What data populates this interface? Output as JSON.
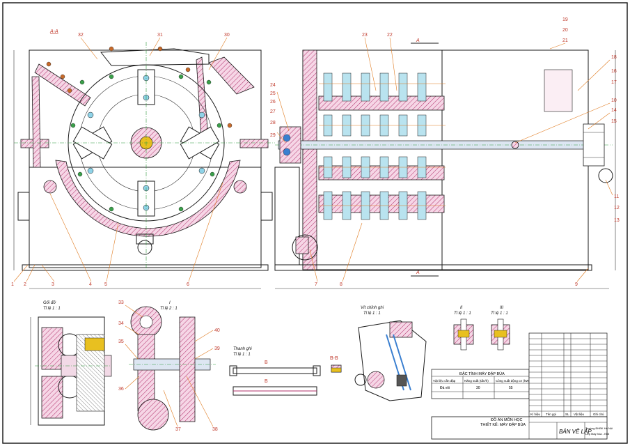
{
  "views": {
    "section_aa": "A-A",
    "section_a_top": "A",
    "section_a_bottom": "A",
    "goi_do": {
      "title": "Gối đỡ",
      "scale": "Tỉ lệ 1 : 1"
    },
    "detail_i": {
      "title": "I",
      "scale": "Tỉ lệ 2 : 1"
    },
    "thanh_ghi": {
      "title": "Thanh ghi",
      "scale": "Tỉ lệ 1 : 1"
    },
    "section_bb": "B-B",
    "section_b_upper": "B",
    "section_b_lower": "B",
    "vit_chinh_ghi": {
      "title": "Vít chỉnh ghi",
      "scale": "Tỉ lệ 1 : 1"
    },
    "detail_ii": {
      "title": "II",
      "scale": "Tỉ lệ 1 : 1"
    },
    "detail_iii": {
      "title": "III",
      "scale": "Tỉ lệ 1 : 1"
    }
  },
  "balloons_left": [
    "32",
    "31",
    "30",
    "1",
    "2",
    "3",
    "4",
    "5",
    "6"
  ],
  "balloons_right": [
    "23",
    "22",
    "19",
    "20",
    "21",
    "18",
    "16",
    "17",
    "10",
    "14",
    "15",
    "24",
    "25",
    "26",
    "27",
    "28",
    "29",
    "7",
    "8",
    "9",
    "11",
    "12",
    "13"
  ],
  "balloons_bottom": [
    "33",
    "34",
    "35",
    "36",
    "37",
    "38",
    "39",
    "40"
  ],
  "spec_table": {
    "title": "ĐẶC TÍNH MÁY ĐẬP BÚA",
    "headers": [
      "Vật liệu cần đập",
      "Năng suất (tấn/h)",
      "Công suất động cơ (kW)"
    ],
    "values": [
      "Đá vôi",
      "30",
      "55"
    ]
  },
  "title_block": {
    "line1": "ĐỒ ÁN MÔN HỌC",
    "line2": "THIẾT KẾ: MÁY ĐẬP BÚA",
    "drawing": "BẢN VẼ LẮP",
    "school": "Trường ĐHBK Hà Nội",
    "class": "Lớp Máy hóa - K55"
  },
  "parts_list_headers": [
    "Kí hiệu",
    "Tên gọi",
    "SL",
    "Vật liệu",
    "Ghi chú"
  ]
}
